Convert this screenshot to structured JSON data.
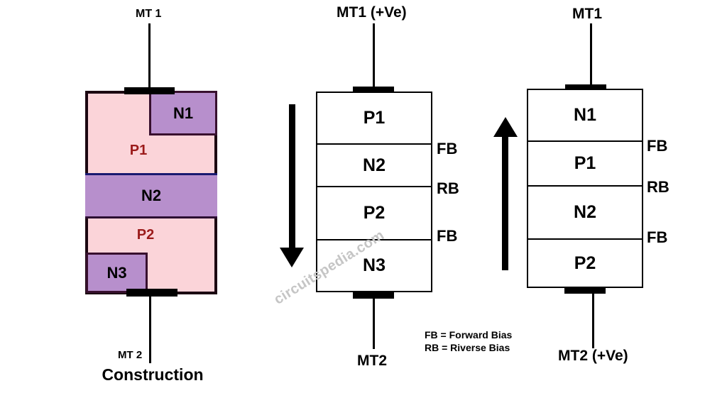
{
  "watermark": "circuitspedia.com",
  "colors": {
    "region_pink": "#fbd4d9",
    "region_purple": "#b78fcc",
    "p_label_red": "#9b1b1b",
    "line_black": "#000000",
    "watermark_gray": "#c5c5c5"
  },
  "construction": {
    "top_terminal": "MT 1",
    "bottom_terminal": "MT 2",
    "caption": "Construction",
    "regions": {
      "n1": "N1",
      "p1": "P1",
      "n2": "N2",
      "p2": "P2",
      "n3": "N3"
    }
  },
  "mode_mt1_positive": {
    "top_terminal": "MT1 (+Ve)",
    "bottom_terminal": "MT2",
    "layers": [
      "P1",
      "N2",
      "P2",
      "N3"
    ],
    "junction_labels": [
      "FB",
      "RB",
      "FB"
    ]
  },
  "mode_mt2_positive": {
    "top_terminal": "MT1",
    "bottom_terminal": "MT2 (+Ve)",
    "layers": [
      "N1",
      "P1",
      "N2",
      "P2"
    ],
    "junction_labels": [
      "FB",
      "RB",
      "FB"
    ]
  },
  "legend": {
    "fb": "FB = Forward Bias",
    "rb": "RB = Riverse Bias"
  }
}
